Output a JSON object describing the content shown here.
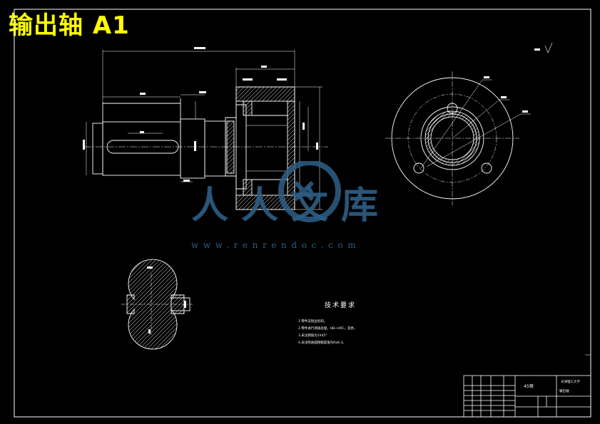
{
  "drawing": {
    "title": "输出轴 A1"
  },
  "technical_requirements": {
    "heading": "技术要求",
    "items": [
      "1.零件去锐边毛刺。",
      "2.零件进行调质处理，HB~HRC，其余。",
      "3.未注倒角为1X45°",
      "4.未注明表面粗糙度值为Ra6.3。"
    ]
  },
  "title_block": {
    "material": "45钢",
    "school": "天津理工大学",
    "drawing_name": "输出轴"
  },
  "watermark": {
    "chars": "人人文库",
    "url": "www.renrendoc.com"
  },
  "colors": {
    "background": "#000000",
    "lines": "#ffffff",
    "title": "#ffff00",
    "watermark": "#2e5f86"
  }
}
